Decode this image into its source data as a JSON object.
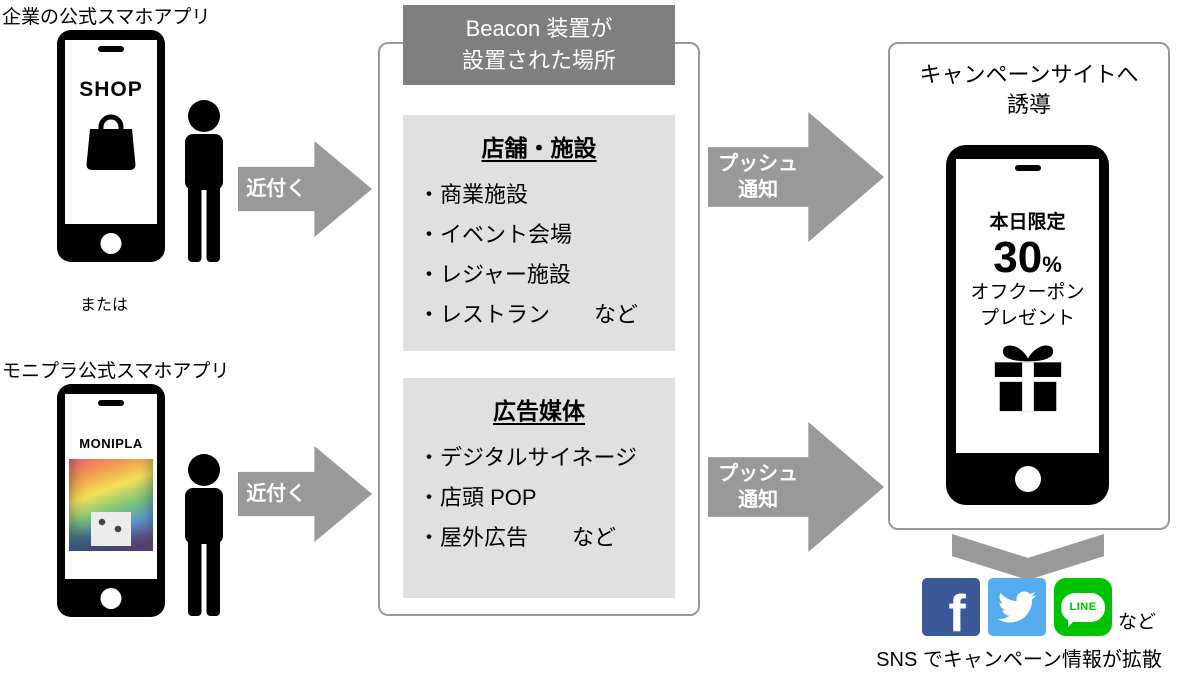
{
  "left_column": {
    "app1_label": "企業の公式スマホアプリ",
    "phone1_screen_text": "SHOP",
    "or_label": "または",
    "app2_label": "モニプラ公式スマホアプリ",
    "phone2_screen_text": "MONIPLA"
  },
  "arrows": {
    "approach_label": "近付く",
    "push_line1": "プッシュ",
    "push_line2": "通知"
  },
  "beacon_box": {
    "header_line1": "Beacon 装置が",
    "header_line2": "設置された場所",
    "sections": [
      {
        "title": "店舗・施設",
        "items": [
          "・商業施設",
          "・イベント会場",
          "・レジャー施設",
          "・レストラン　　など"
        ]
      },
      {
        "title": "広告媒体",
        "items": [
          "・デジタルサイネージ",
          "・店頭 POP",
          "・屋外広告　　など"
        ]
      }
    ]
  },
  "campaign_box": {
    "title_line1": "キャンペーンサイトへ",
    "title_line2": "誘導",
    "coupon_headline": "本日限定",
    "coupon_percent": "30",
    "coupon_percent_sign": "%",
    "coupon_line2": "オフクーポン",
    "coupon_line3": "プレゼント"
  },
  "sns": {
    "facebook_letter": "f",
    "line_label": "LINE",
    "etc_label": "など",
    "caption": "SNS でキャンペーン情報が拡散"
  },
  "colors": {
    "arrow_gray": "#999999",
    "header_gray": "#7f7f7f",
    "panel_gray": "#e0e0e0",
    "facebook_blue": "#3b5998",
    "twitter_blue": "#55acee",
    "line_green": "#00c300"
  },
  "icons": [
    "shopping-bag-icon",
    "person-icon",
    "gift-icon",
    "facebook-icon",
    "twitter-bird-icon",
    "line-icon",
    "phone-speaker",
    "phone-home-button",
    "down-arrow"
  ]
}
